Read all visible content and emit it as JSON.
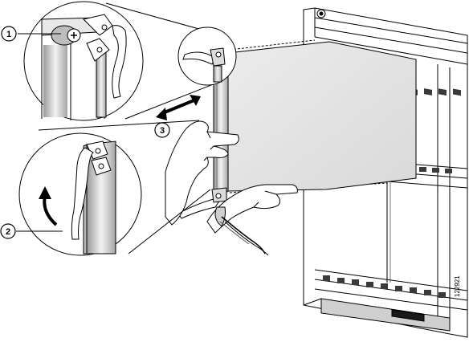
{
  "callouts": [
    {
      "label": "1"
    },
    {
      "label": "2"
    },
    {
      "label": "3"
    }
  ],
  "figure_id": "122921",
  "icons": {
    "arrow_double": "double-headed-arrow-icon",
    "arrow_curved": "curved-arrow-icon"
  },
  "colors": {
    "line": "#000000",
    "panel": "#e6e6e6",
    "shade": "#bdbdbd",
    "dark": "#3a3a3a",
    "background": "#ffffff"
  }
}
